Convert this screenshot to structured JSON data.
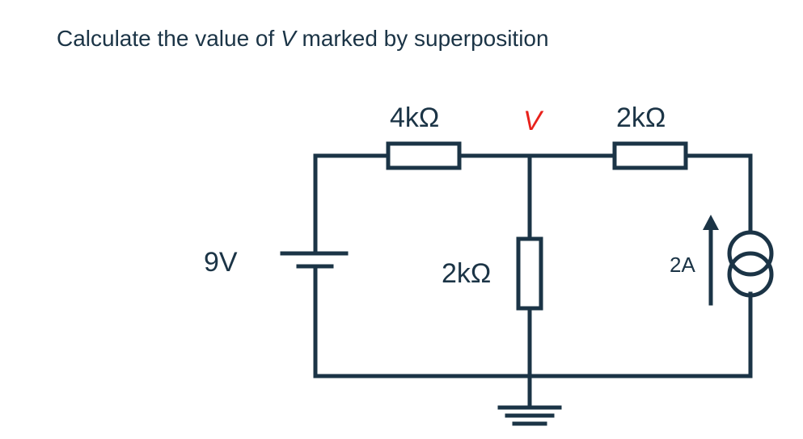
{
  "title": {
    "before": "Calculate the value of ",
    "variable": "V",
    "after": " marked by superposition"
  },
  "labels": {
    "r_top_left": "4kΩ",
    "r_top_right": "2kΩ",
    "r_middle": "2kΩ",
    "node_voltage": "V",
    "voltage_source": "9V",
    "current_source": "2A"
  },
  "colors": {
    "wire": "#1b3446",
    "node_label": "#e8211b",
    "background": "#ffffff"
  }
}
